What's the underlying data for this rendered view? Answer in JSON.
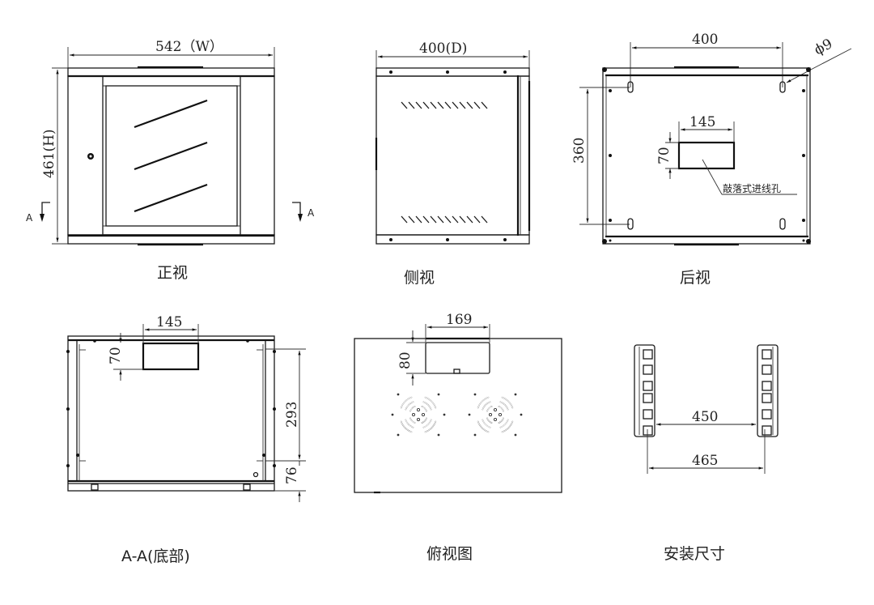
{
  "title": "壁挂式机柜尺寸图",
  "views": {
    "front": {
      "caption": "正视",
      "width_label": "542（W）",
      "height_label": "461(H)",
      "section_mark": "A"
    },
    "side": {
      "caption": "侧视",
      "depth_label": "400(D)"
    },
    "rear": {
      "caption": "后视",
      "hole_spacing_label": "400",
      "hole_diameter_label": "ϕ9",
      "vertical_spacing_label": "360",
      "knockout_width_label": "145",
      "knockout_height_label": "70",
      "knockout_note": "敲落式进线孔"
    },
    "bottom": {
      "caption": "A-A(底部)",
      "knockout_width_label": "145",
      "knockout_height_label": "70",
      "depth_label_1": "293",
      "depth_label_2": "76"
    },
    "top": {
      "caption": "俯视图",
      "opening_width_label": "169",
      "opening_height_label": "80",
      "fan_count": 2
    },
    "mounting": {
      "caption": "安装尺寸",
      "inner_width_label": "450",
      "hole_spacing_label": "465"
    }
  }
}
